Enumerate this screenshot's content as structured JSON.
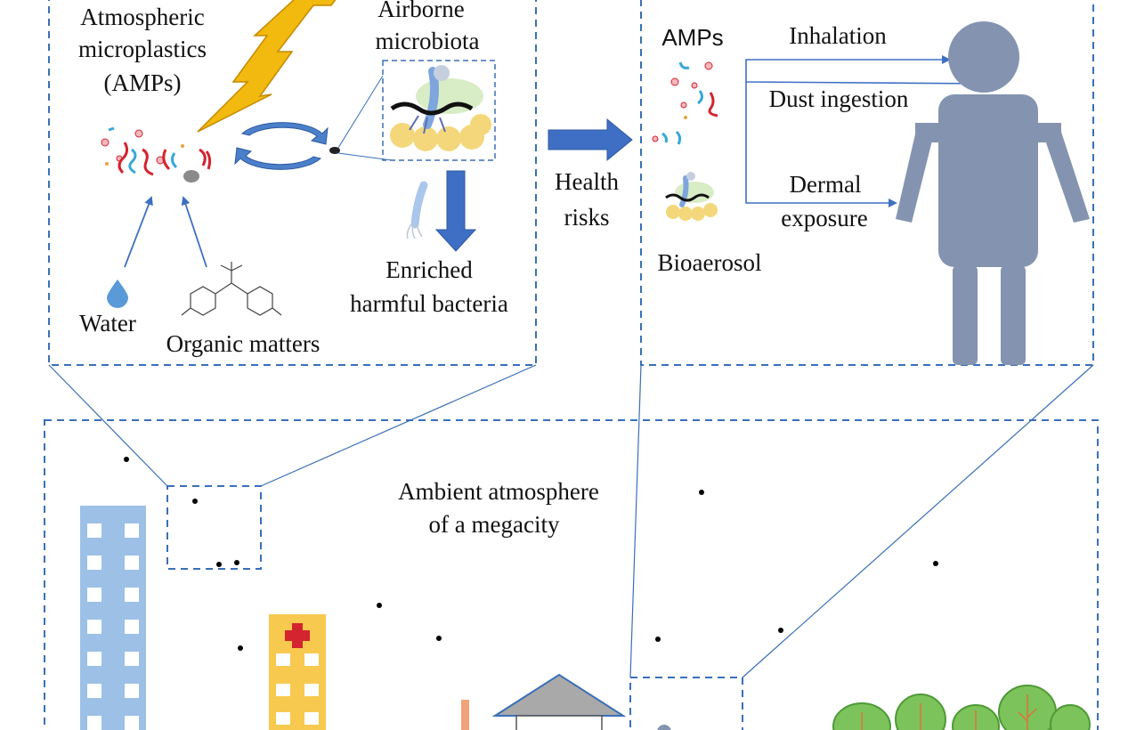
{
  "left_panel": {
    "amps_label_line1": "Atmospheric",
    "amps_label_line2": "microplastics",
    "amps_label_line3": "(AMPs)",
    "microbiota_line1": "Airborne",
    "microbiota_line2": "microbiota",
    "enriched_line1": "Enriched",
    "enriched_line2": "harmful bacteria",
    "water_label": "Water",
    "organic_label": "Organic matters"
  },
  "middle": {
    "health_line1": "Health",
    "health_line2": "risks"
  },
  "right_panel": {
    "amps_label": "AMPs",
    "bioaerosol_label": "Bioaerosol",
    "inhalation_label": "Inhalation",
    "dust_label": "Dust ingestion",
    "dermal_line1": "Dermal",
    "dermal_line2": "exposure"
  },
  "bottom_panel": {
    "ambient_line1": "Ambient atmosphere",
    "ambient_line2": "of a megacity"
  },
  "colors": {
    "panel_border": "#3a6fb8",
    "arrow_blue": "#3f6fc4",
    "human": "#8494b0",
    "bolt": "#f2b90f",
    "building_blue": "#9cc0e6",
    "building_yellow": "#f7c94f",
    "house_roof": "#a9a9a9",
    "tree": "#7cc35b",
    "plastic_red": "#d3242f",
    "plastic_cyan": "#38a8d8",
    "bacteria_yellow": "#f3d77a",
    "water_drop": "#5a9ad8"
  }
}
